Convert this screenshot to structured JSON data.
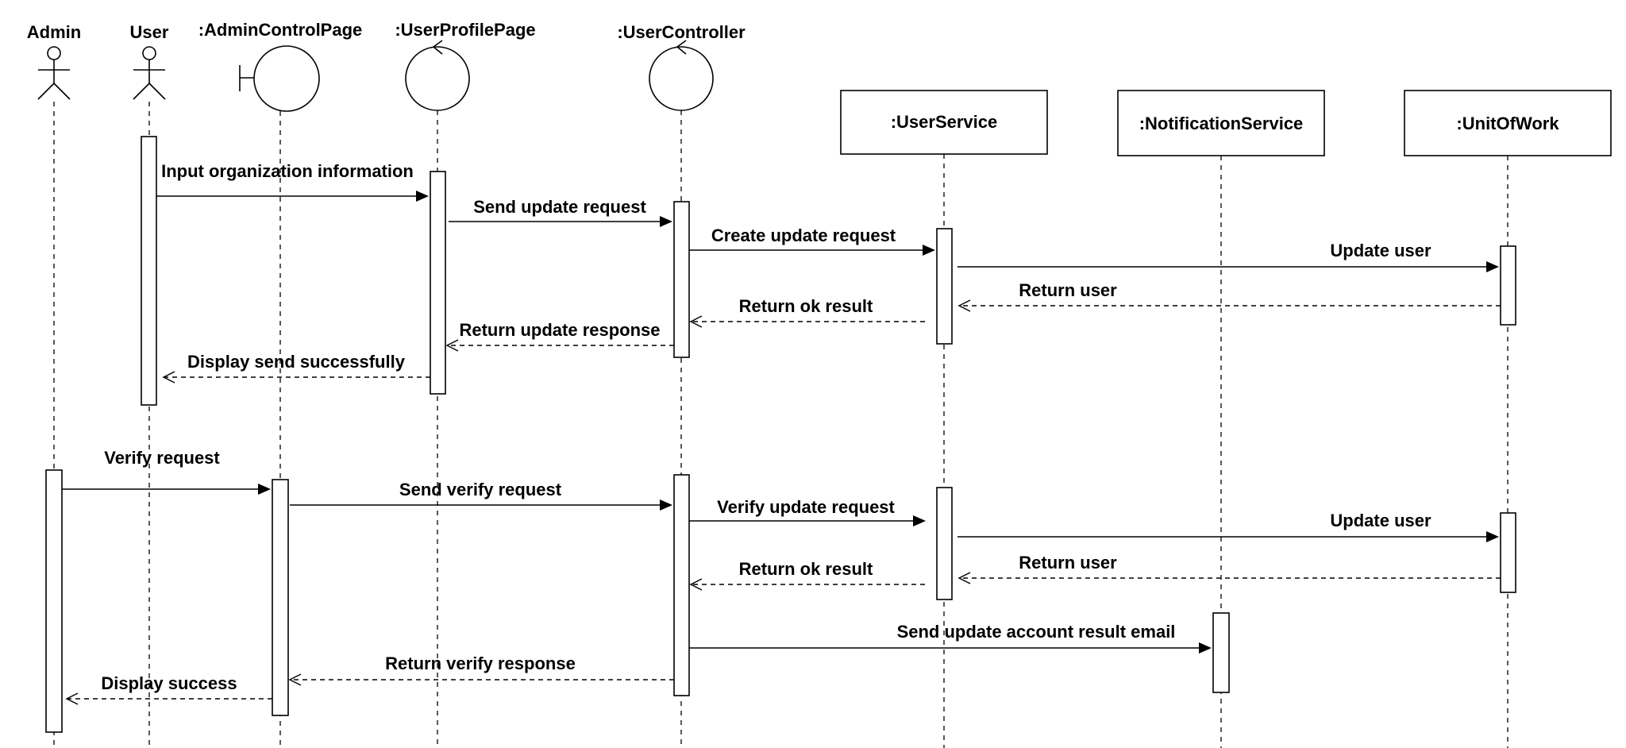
{
  "participants": {
    "admin": "Admin",
    "user": "User",
    "admin_control_page": ":AdminControlPage",
    "user_profile_page": ":UserProfilePage",
    "user_controller": ":UserController",
    "user_service": ":UserService",
    "notification_service": ":NotificationService",
    "unit_of_work": ":UnitOfWork"
  },
  "messages": {
    "input_org_info": "Input organization information",
    "send_update_request": "Send update request",
    "create_update_request": "Create update request",
    "update_user_1": "Update user",
    "return_user_1": "Return user",
    "return_ok_result_1": "Return ok result",
    "return_update_response": "Return update response",
    "display_send_successfully": "Display send successfully",
    "verify_request": "Verify request",
    "send_verify_request": "Send verify request",
    "verify_update_request": "Verify update request",
    "update_user_2": "Update user",
    "return_user_2": "Return user",
    "return_ok_result_2": "Return ok result",
    "send_update_account_result_email": "Send update account result email",
    "return_verify_response": "Return verify response",
    "display_success": "Display success"
  }
}
